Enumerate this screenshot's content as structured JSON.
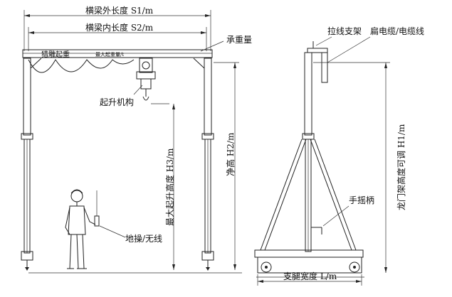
{
  "labels": {
    "outer_beam_length": "横梁外长度 S1/m",
    "inner_beam_length": "横梁内长度 S2/m",
    "load_bearing": "承重量",
    "beam_text_left": "猎雕起重",
    "beam_text_right": "最大起重量/t",
    "hoist": "起升机构",
    "max_lift_height": "最大起升高度 H3/m",
    "clear_height": "净高 H2/m",
    "ground_control": "地操/无线",
    "cable_bracket": "拉线支架",
    "flat_cable": "扁电缆/电缆线",
    "crank": "手摇柄",
    "gantry_adjustable_height": "龙门架高度可调 H1/m",
    "base_width": "支腿宽度 L/m"
  }
}
